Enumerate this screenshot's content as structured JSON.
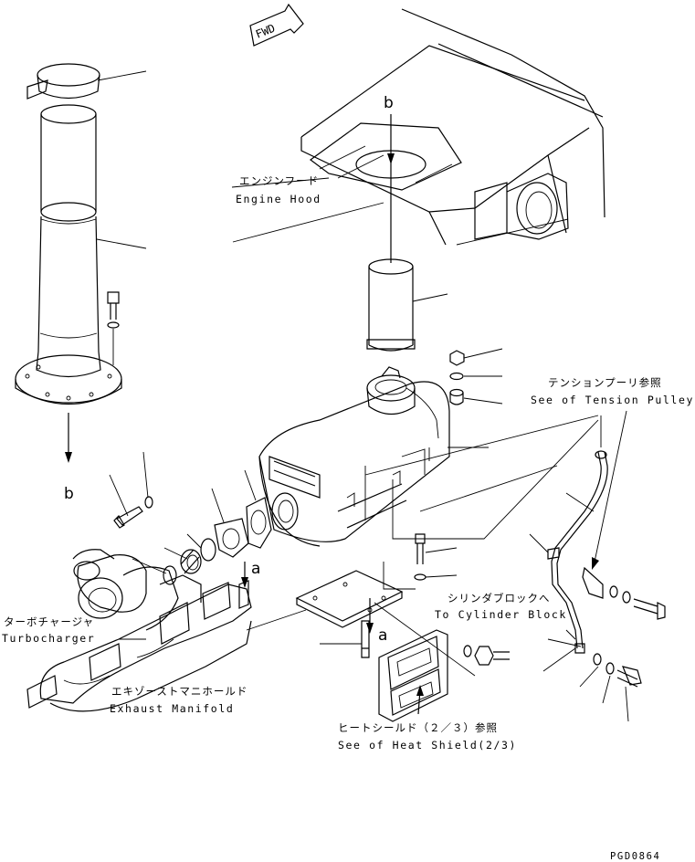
{
  "labels": {
    "fwd": "FWD",
    "ref_b_top": "b",
    "ref_b_left": "b",
    "ref_a_right": "a",
    "ref_a_lower": "a",
    "engine_hood_jp": "エンジンフード",
    "engine_hood_en": "Engine Hood",
    "tension_pulley_jp": "テンションプーリ参照",
    "tension_pulley_en": "See of Tension Pulley",
    "cylinder_block_jp": "シリンダブロックへ",
    "cylinder_block_en": "To Cylinder Block",
    "turbocharger_jp": "ターボチャージャ",
    "turbocharger_en": "Turbocharger",
    "exhaust_manifold_jp": "エキゾーストマニホールド",
    "exhaust_manifold_en": "Exhaust Manifold",
    "heat_shield_jp": "ヒートシールド（２／３）参照",
    "heat_shield_en": "See of Heat Shield(2/3)",
    "drawing_code": "PGD0864"
  }
}
